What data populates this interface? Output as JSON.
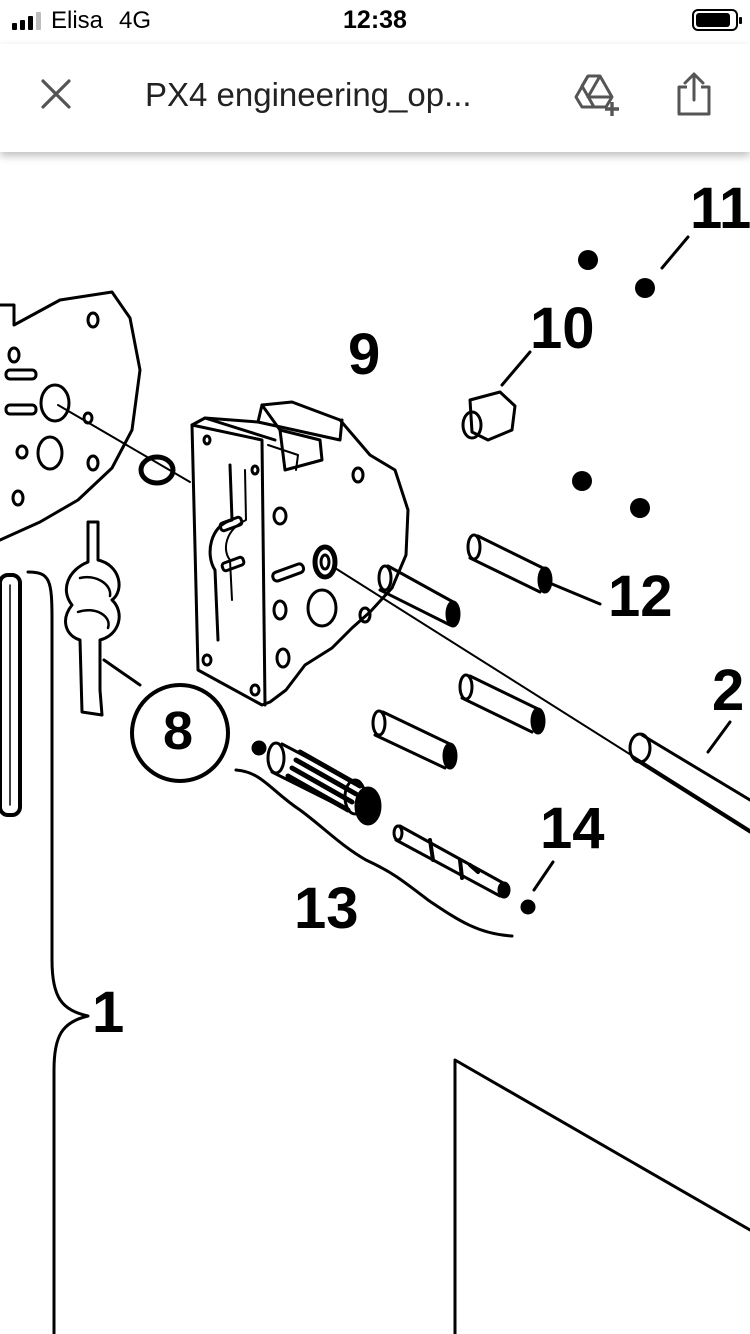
{
  "status_bar": {
    "carrier": "Elisa",
    "network": "4G",
    "time": "12:38"
  },
  "toolbar": {
    "close_icon": "close-icon",
    "title": "PX4 engineering_op...",
    "drive_icon": "add-to-drive-icon",
    "share_icon": "share-icon"
  },
  "diagram": {
    "labels": [
      "11",
      "10",
      "9",
      "12",
      "2",
      "8",
      "14",
      "13",
      "1"
    ]
  }
}
